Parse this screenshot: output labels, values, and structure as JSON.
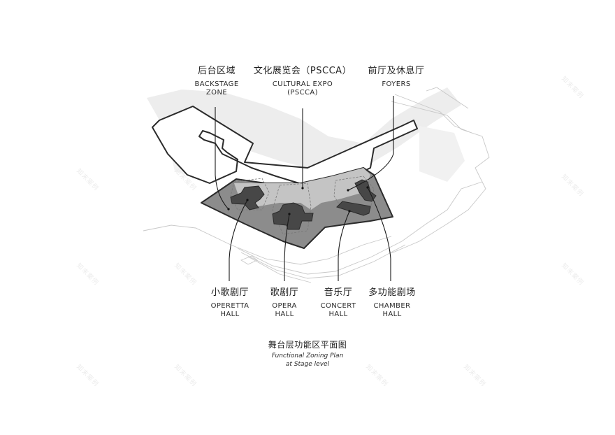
{
  "title": {
    "zh": "舞台层功能区平面图",
    "en_line1": "Functional Zoning Plan",
    "en_line2": "at Stage level"
  },
  "top_labels": [
    {
      "zh": "后台区域",
      "en_line1": "BACKSTAGE",
      "en_line2": "ZONE"
    },
    {
      "zh": "文化展览会（PSCCA）",
      "en_line1": "CULTURAL EXPO",
      "en_line2": "(PSCCA)"
    },
    {
      "zh": "前厅及休息厅",
      "en_line1": "FOYERS",
      "en_line2": ""
    }
  ],
  "bottom_labels": [
    {
      "zh": "小歌剧厅",
      "en_line1": "OPERETTA",
      "en_line2": "HALL"
    },
    {
      "zh": "歌剧厅",
      "en_line1": "OPERA",
      "en_line2": "HALL"
    },
    {
      "zh": "音乐厅",
      "en_line1": "CONCERT",
      "en_line2": "HALL"
    },
    {
      "zh": "多功能剧场",
      "en_line1": "CHAMBER",
      "en_line2": "HALL"
    }
  ],
  "watermark": "知末案例",
  "colors": {
    "stage_zone": "#8c8c8c",
    "upper_zone": "#c4c4c4",
    "hall_fill": "#474747",
    "outline": "#2b2b2b",
    "terrain": "#ececec",
    "leader": "#1a1a1a"
  }
}
